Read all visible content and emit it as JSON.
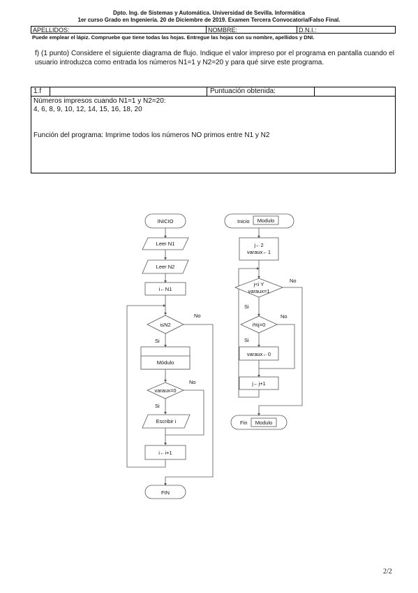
{
  "header": {
    "line1": "Dpto. Ing. de Sistemas y Automática. Universidad de Sevilla. Informática",
    "line2": "1er curso Grado en Ingeniería. 20 de Diciembre de 2019. Examen Tercera Convocatoria/Falso Final."
  },
  "id_table": {
    "apellidos": "APELLIDOS:",
    "nombre": "NOMBRE:",
    "dni": "D.N.I.:"
  },
  "note": "Puede emplear el lápiz. Compruebe que tiene todas las hojas. Entregue las hojas con su nombre, apellidos y DNI.",
  "question": "f) (1 punto) Considere el siguiente diagrama de flujo. Indique el valor impreso por el programa en pantalla cuando el usuario introduzca como entrada los números N1=1 y N2=20 y para qué sirve este programa.",
  "answer": {
    "code": "1.f",
    "score_label": "Puntuación obtenida:",
    "printed_label": "Números impresos cuando N1=1 y N2=20:",
    "printed_values": "4, 6, 8, 9, 10, 12, 14, 15, 16, 18, 20",
    "function": "Función del programa: Imprime todos los números NO primos entre N1 y N2"
  },
  "flowchart_main": {
    "start": "INICIO",
    "read1": "Leer N1",
    "read2": "Leer N2",
    "assign_i": "i←N1",
    "cond_loop": "i≤N2",
    "no1": "No",
    "si1": "Si",
    "module": "Módulo",
    "cond_varaux": "varaux=0",
    "no2": "No",
    "si2": "Si",
    "print": "Escribir i",
    "increment": "i←i+1",
    "end": "FIN"
  },
  "flowchart_module": {
    "start_prefix": "Inicio",
    "start_name": "Modulo",
    "init_line1": "j←2",
    "init_line2": "varaux←1",
    "cond_line1": "j<i  Y",
    "cond_line2": "varaux=1",
    "no1": "No",
    "si1": "Si",
    "cond_mod": "i%j=0",
    "no2": "No",
    "si2": "Si",
    "set_varaux": "varaux←0",
    "increment": "j←j+1",
    "end_prefix": "Fin",
    "end_name": "Modulo"
  },
  "page_number": "2/2"
}
